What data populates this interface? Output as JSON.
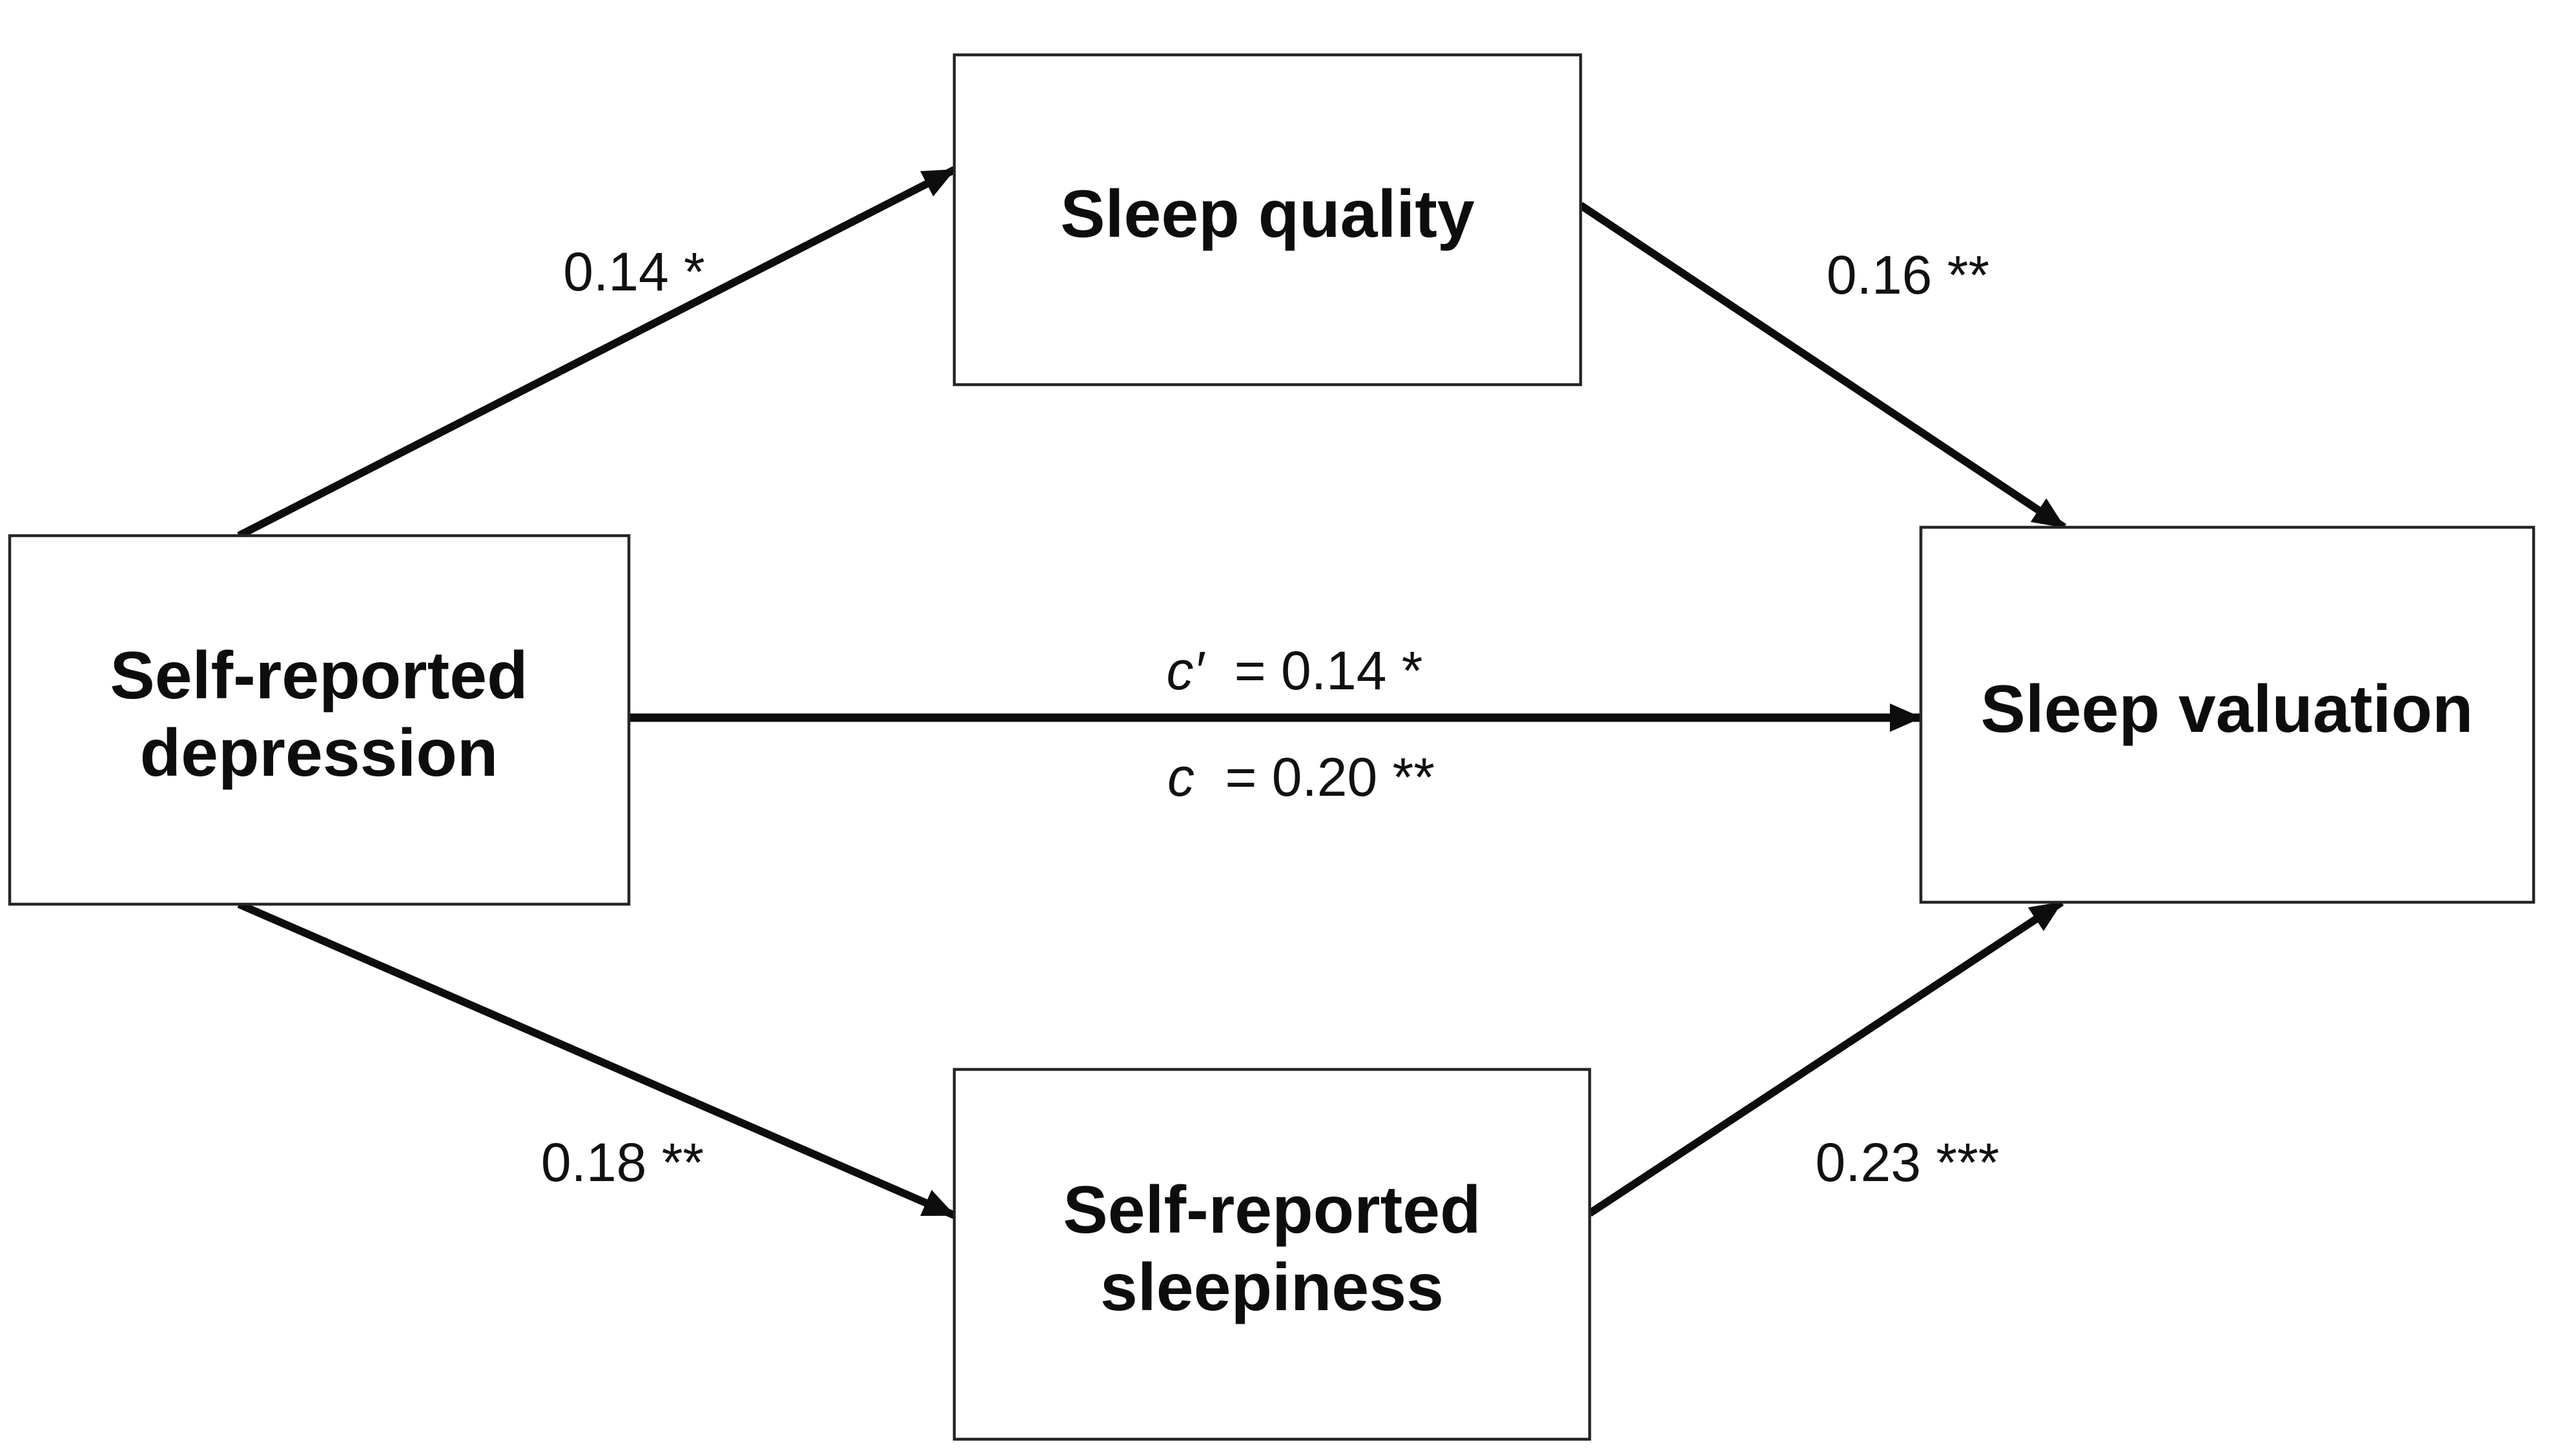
{
  "figure": {
    "type": "mediation-path-diagram",
    "background_color": "#ffffff",
    "line_color": "#0d0d0d",
    "box_border_color": "#262626",
    "nodes": {
      "depression": {
        "line1": "Self-reported",
        "line2": "depression"
      },
      "sleep_quality": {
        "label": "Sleep quality"
      },
      "sleepiness": {
        "line1": "Self-reported",
        "line2": "sleepiness"
      },
      "sleep_valuation": {
        "label": "Sleep valuation"
      }
    },
    "paths": {
      "depression_to_sleep_quality": {
        "coefficient": "0.14 *"
      },
      "sleep_quality_to_sleep_valuation": {
        "coefficient": "0.16 **"
      },
      "depression_to_sleepiness": {
        "coefficient": "0.18 **"
      },
      "sleepiness_to_sleep_valuation": {
        "coefficient": "0.23 ***"
      },
      "direct_effect": {
        "symbol": "c′",
        "value": "= 0.14 *"
      },
      "total_effect": {
        "symbol": "c",
        "value": "= 0.20 **"
      }
    }
  }
}
